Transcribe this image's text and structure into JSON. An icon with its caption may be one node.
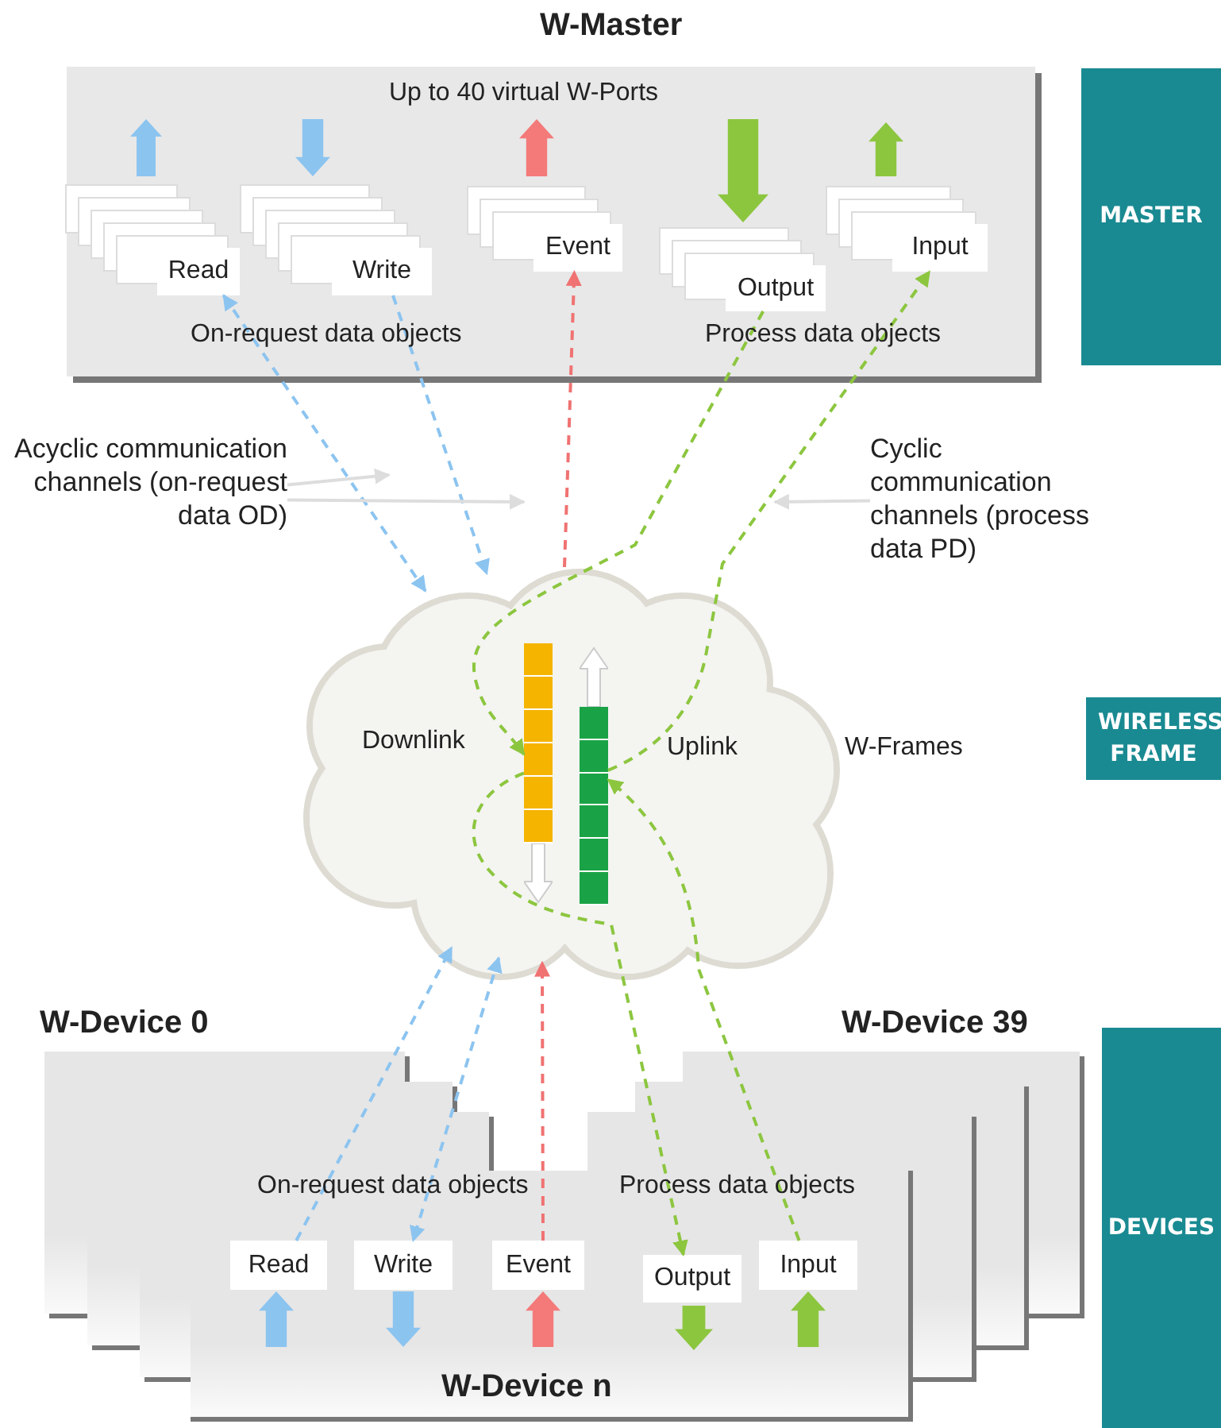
{
  "diagram": {
    "nodes": [
      {
        "text": [
          "W-Master",
          "Up to 40 virtual W-Ports",
          "On-request data objects",
          "Process data objects"
        ]
      },
      {
        "text": [
          "Read"
        ],
        "in": 0
      },
      {
        "text": [
          "Write"
        ],
        "in": 0
      },
      {
        "text": [
          "Event"
        ],
        "in": 0
      },
      {
        "text": [
          "Output"
        ],
        "in": 0
      },
      {
        "text": [
          "Input"
        ],
        "in": 0
      },
      {
        "text": [
          "Downlink",
          "Uplink"
        ],
        "beside": [
          "W-Frames"
        ]
      },
      {
        "text": [],
        "shape": "bar",
        "in": 6
      },
      {
        "text": [],
        "shape": "bar",
        "in": 6
      },
      {
        "text": [
          "On-request data objects",
          "Process data objects",
          "W-Device n"
        ]
      },
      {
        "text": [
          "Read"
        ],
        "in": 9
      },
      {
        "text": [
          "Write"
        ],
        "in": 9
      },
      {
        "text": [
          "Event"
        ],
        "in": 9
      },
      {
        "text": [
          "Output"
        ],
        "in": 9
      },
      {
        "text": [
          "Input"
        ],
        "in": 9
      },
      {
        "text": [
          "MASTER"
        ]
      },
      {
        "text": [
          "WIRELESS FRAME"
        ]
      },
      {
        "text": [
          "DEVICES"
        ]
      },
      {
        "text": [
          "Acyclic communication channels (on-request data OD)"
        ]
      },
      {
        "text": [
          "Cyclic communication channels (process data PD)"
        ]
      }
    ],
    "edges": [
      {
        "from": 1,
        "to": 6,
        "arrow": "both",
        "style": "dashed",
        "color": "#8cc4f0"
      },
      {
        "from": 2,
        "to": 6,
        "arrow": "to",
        "style": "dashed",
        "color": "#8cc4f0"
      },
      {
        "from": 6,
        "to": 3,
        "arrow": "to",
        "style": "dashed",
        "color": "#f07272"
      },
      {
        "from": 4,
        "to": 7,
        "arrow": "to",
        "style": "dashed",
        "color": "#8cc63f"
      },
      {
        "from": 7,
        "to": 13,
        "arrow": "to",
        "style": "dashed",
        "color": "#8cc63f"
      },
      {
        "from": 14,
        "to": 8,
        "arrow": "to",
        "style": "dashed",
        "color": "#8cc63f"
      },
      {
        "from": 8,
        "to": 5,
        "arrow": "to",
        "style": "dashed",
        "color": "#8cc63f"
      },
      {
        "from": 10,
        "to": 6,
        "arrow": "to",
        "style": "dashed",
        "color": "#8cc4f0"
      },
      {
        "from": 6,
        "to": 11,
        "arrow": "both",
        "style": "dashed",
        "color": "#8cc4f0"
      },
      {
        "from": 12,
        "to": 6,
        "arrow": "to",
        "style": "dashed",
        "color": "#f07272"
      },
      {
        "from": 18,
        "to": null,
        "arrow": "to",
        "color": "#dddddd"
      },
      {
        "from": 18,
        "to": null,
        "arrow": "to",
        "color": "#dddddd"
      },
      {
        "from": 19,
        "to": null,
        "arrow": "to",
        "color": "#dddddd"
      }
    ],
    "labels": [
      "W-Device 0",
      "W-Device 39"
    ]
  }
}
